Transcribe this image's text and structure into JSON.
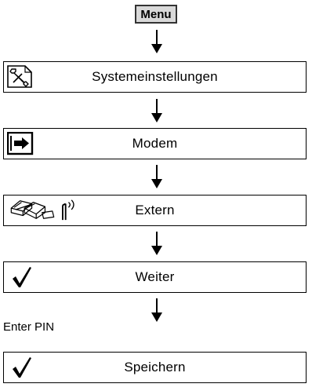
{
  "menu_key": "Menu",
  "steps": [
    {
      "label": "Systemeinstellungen",
      "icon": "wrench-settings-icon"
    },
    {
      "label": "Modem",
      "icon": "modem-arrow-icon"
    },
    {
      "label": "Extern",
      "icon": "external-phone-antenna-icon"
    },
    {
      "label": "Weiter",
      "icon": "checkmark-icon"
    }
  ],
  "prompt_text": "Enter PIN",
  "final_step": {
    "label": "Speichern",
    "icon": "checkmark-icon"
  }
}
